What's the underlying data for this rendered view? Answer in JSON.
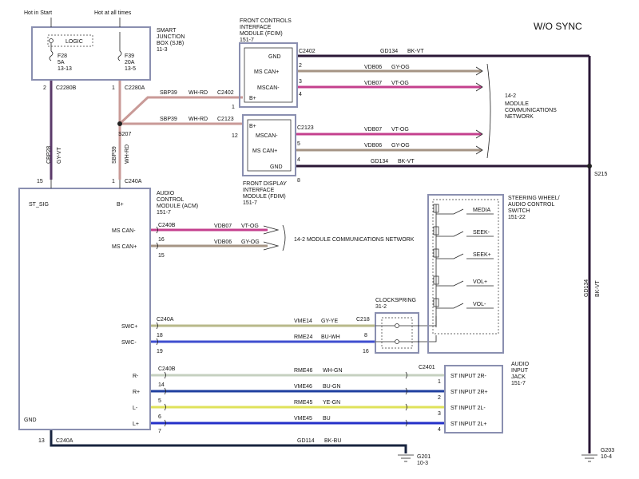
{
  "title": "W/O SYNC",
  "colors": {
    "BK-VT": "#2a1736",
    "GY-OG": "#a59484",
    "VT-OG": "#c4408e",
    "WH-RD": "#c99a97",
    "GY-VT": "#5b3a6a",
    "GY-YE": "#b8b98a",
    "BU-WH": "#3f4fcf",
    "WH-GN": "#c6d0c0",
    "BU-GN": "#1f3f9f",
    "YE-GN": "#dfe25a",
    "BU": "#2430c8",
    "BK-BU": "#18243f",
    "box_outline": "#8a8fb0"
  },
  "sjb": {
    "hot_in_start": "Hot in Start",
    "hot_at_all_times": "Hot at all times",
    "name_1": "SMART",
    "name_2": "JUNCTION",
    "name_3": "BOX (SJB)",
    "ref": "11-3",
    "logic": "LOGIC",
    "f28": "F28",
    "f28_amp": "5A",
    "f28_ref": "13-13",
    "f39": "F39",
    "f39_amp": "20A",
    "f39_ref": "13-5",
    "pin_left": "2",
    "pin_right": "1",
    "conn_left": "C2280B",
    "conn_right": "C2280A"
  },
  "splice_s207": "S207",
  "wire_sbp39_1": {
    "circuit": "SBP39",
    "color": "WH-RD"
  },
  "wire_sbp39_2": {
    "circuit": "SBP39",
    "color": "WH-RD"
  },
  "wire_cbp28": {
    "circuit": "CBP28",
    "color": "GY-VT"
  },
  "wire_sbp39_v": {
    "circuit": "SBP39",
    "color": "WH-RD"
  },
  "fcim": {
    "name_1": "FRONT CONTROLS",
    "name_2": "INTERFACE",
    "name_3": "MODULE (FCIM)",
    "ref": "151-7",
    "pins": [
      "GND",
      "MS CAN+",
      "MSCAN-",
      "B+"
    ],
    "conn": "C2402",
    "pin_nums": [
      "2",
      "3",
      "4",
      "1"
    ],
    "bplus_conn": "C2402"
  },
  "fdim": {
    "name_1": "FRONT DISPLAY",
    "name_2": "INTERFACE",
    "name_3": "MODULE (FDIM)",
    "ref": "151-7",
    "pins": [
      "B+",
      "MSCAN-",
      "MS CAN+",
      "GND"
    ],
    "conn": "C2123",
    "pin_nums": [
      "5",
      "4",
      "8"
    ],
    "bplus_num": "12",
    "bplus_conn": "C2123"
  },
  "fcim_wires": [
    {
      "circuit": "GD134",
      "color": "BK-VT"
    },
    {
      "circuit": "VDB06",
      "color": "GY-OG"
    },
    {
      "circuit": "VDB07",
      "color": "VT-OG"
    }
  ],
  "fdim_wires": [
    {
      "circuit": "VDB07",
      "color": "VT-OG"
    },
    {
      "circuit": "VDB06",
      "color": "GY-OG"
    },
    {
      "circuit": "GD134",
      "color": "BK-VT"
    }
  ],
  "mcn_ref": "14-2",
  "mcn_1": "MODULE",
  "mcn_2": "COMMUNICATIONS",
  "mcn_3": "NETWORK",
  "splice_s215": "S215",
  "gd134_v": {
    "circuit": "GD134",
    "color": "BK-VT"
  },
  "acm": {
    "name_1": "AUDIO",
    "name_2": "CONTROL",
    "name_3": "MODULE (ACM)",
    "ref": "151-7",
    "st_sig": "ST_SIG",
    "bplus": "B+",
    "pin_15": "15",
    "pin_1": "1",
    "conn_top": "C240A",
    "ms_can_minus": "MS CAN-",
    "ms_can_plus": "MS CAN+",
    "conn_b": "C240B",
    "pin_16": "16",
    "pin_15b": "15",
    "swc_plus": "SWC+",
    "swc_minus": "SWC-",
    "conn_swc": "C240A",
    "pin_18": "18",
    "pin_19": "19",
    "r_minus": "R-",
    "r_plus": "R+",
    "l_minus": "L-",
    "l_plus": "L+",
    "conn_audio": "C240B",
    "audio_pins": [
      "",
      "14",
      "5",
      "6",
      "7"
    ],
    "gnd": "GND",
    "pin_13": "13",
    "conn_gnd": "C240A"
  },
  "acm_can_wires": [
    {
      "circuit": "VDB07",
      "color": "VT-OG"
    },
    {
      "circuit": "VDB06",
      "color": "GY-OG"
    }
  ],
  "acm_mcn_text": "14-2  MODULE COMMUNICATIONS NETWORK",
  "swc_wires": [
    {
      "circuit": "VME14",
      "color": "GY-YE"
    },
    {
      "circuit": "RME24",
      "color": "BU-WH"
    }
  ],
  "clockspring": {
    "name": "CLOCKSPRING",
    "ref": "31-2",
    "conn": "C218",
    "pin_8": "8",
    "pin_16": "16"
  },
  "swac": {
    "name_1": "STEERING WHEEL/",
    "name_2": "AUDIO CONTROL",
    "name_3": "SWITCH",
    "ref": "151-22",
    "buttons": [
      "MEDIA",
      "SEEK-",
      "SEEK+",
      "VOL+",
      "VOL-"
    ]
  },
  "audio_wires": [
    {
      "circuit": "RME46",
      "color": "WH-GN"
    },
    {
      "circuit": "VME46",
      "color": "BU-GN"
    },
    {
      "circuit": "RME45",
      "color": "YE-GN"
    },
    {
      "circuit": "VME45",
      "color": "BU"
    }
  ],
  "jack": {
    "name_1": "AUDIO",
    "name_2": "INPUT",
    "name_3": "JACK",
    "ref": "151-7",
    "conn": "C2401",
    "pins": [
      "ST INPUT 2R-",
      "ST INPUT 2R+",
      "ST INPUT 2L-",
      "ST INPUT 2L+"
    ],
    "pin_nums": [
      "1",
      "2",
      "3",
      "4"
    ]
  },
  "gd114": {
    "circuit": "GD114",
    "color": "BK-BU"
  },
  "g201": {
    "name": "G201",
    "ref": "10-3"
  },
  "g203": {
    "name": "G203",
    "ref": "10-4"
  }
}
